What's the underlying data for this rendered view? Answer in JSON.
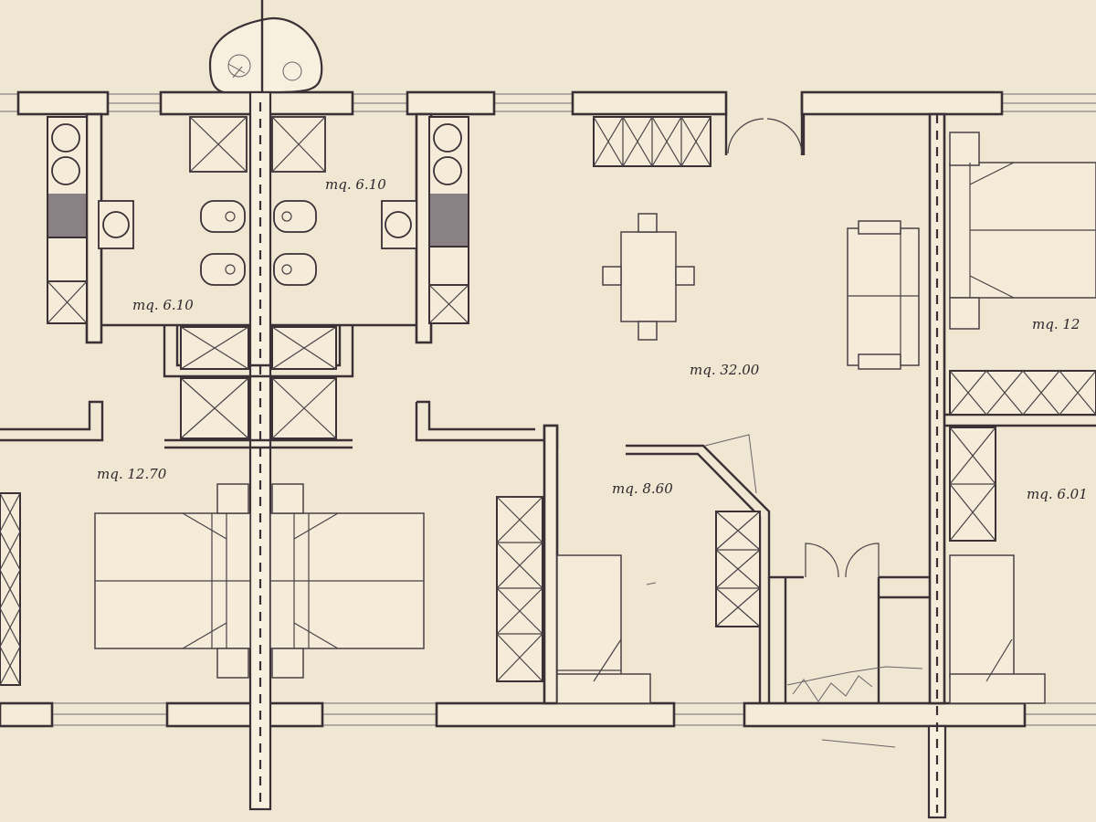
{
  "rooms": [
    {
      "id": "bath",
      "label": "mq. 6.10"
    },
    {
      "id": "bath-lower",
      "label": "mq. 6.10"
    },
    {
      "id": "living",
      "label": "mq. 32.00"
    },
    {
      "id": "right-upper",
      "label": "mq. 12"
    },
    {
      "id": "left-bedroom",
      "label": "mq. 12.70"
    },
    {
      "id": "center-bedroom",
      "label": "mq. 8.60"
    },
    {
      "id": "right-lower",
      "label": "mq. 6.01"
    }
  ]
}
